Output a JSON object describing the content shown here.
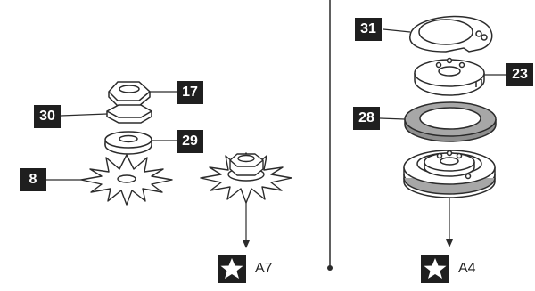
{
  "left_group": {
    "callouts": [
      {
        "key": "nut",
        "label": "17"
      },
      {
        "key": "plate",
        "label": "30"
      },
      {
        "key": "washer",
        "label": "29"
      },
      {
        "key": "star-gear",
        "label": "8"
      }
    ],
    "goto": {
      "label": "A7",
      "icon": "star-icon"
    }
  },
  "right_group": {
    "callouts": [
      {
        "key": "clip-ring",
        "label": "31"
      },
      {
        "key": "hub",
        "label": "23"
      },
      {
        "key": "gasket",
        "label": "28"
      }
    ],
    "goto": {
      "label": "A4",
      "icon": "star-icon"
    }
  },
  "colors": {
    "callout_bg": "#1f1f1f",
    "gasket_fill": "#a7a7a7",
    "outline": "#2b2b2b"
  }
}
